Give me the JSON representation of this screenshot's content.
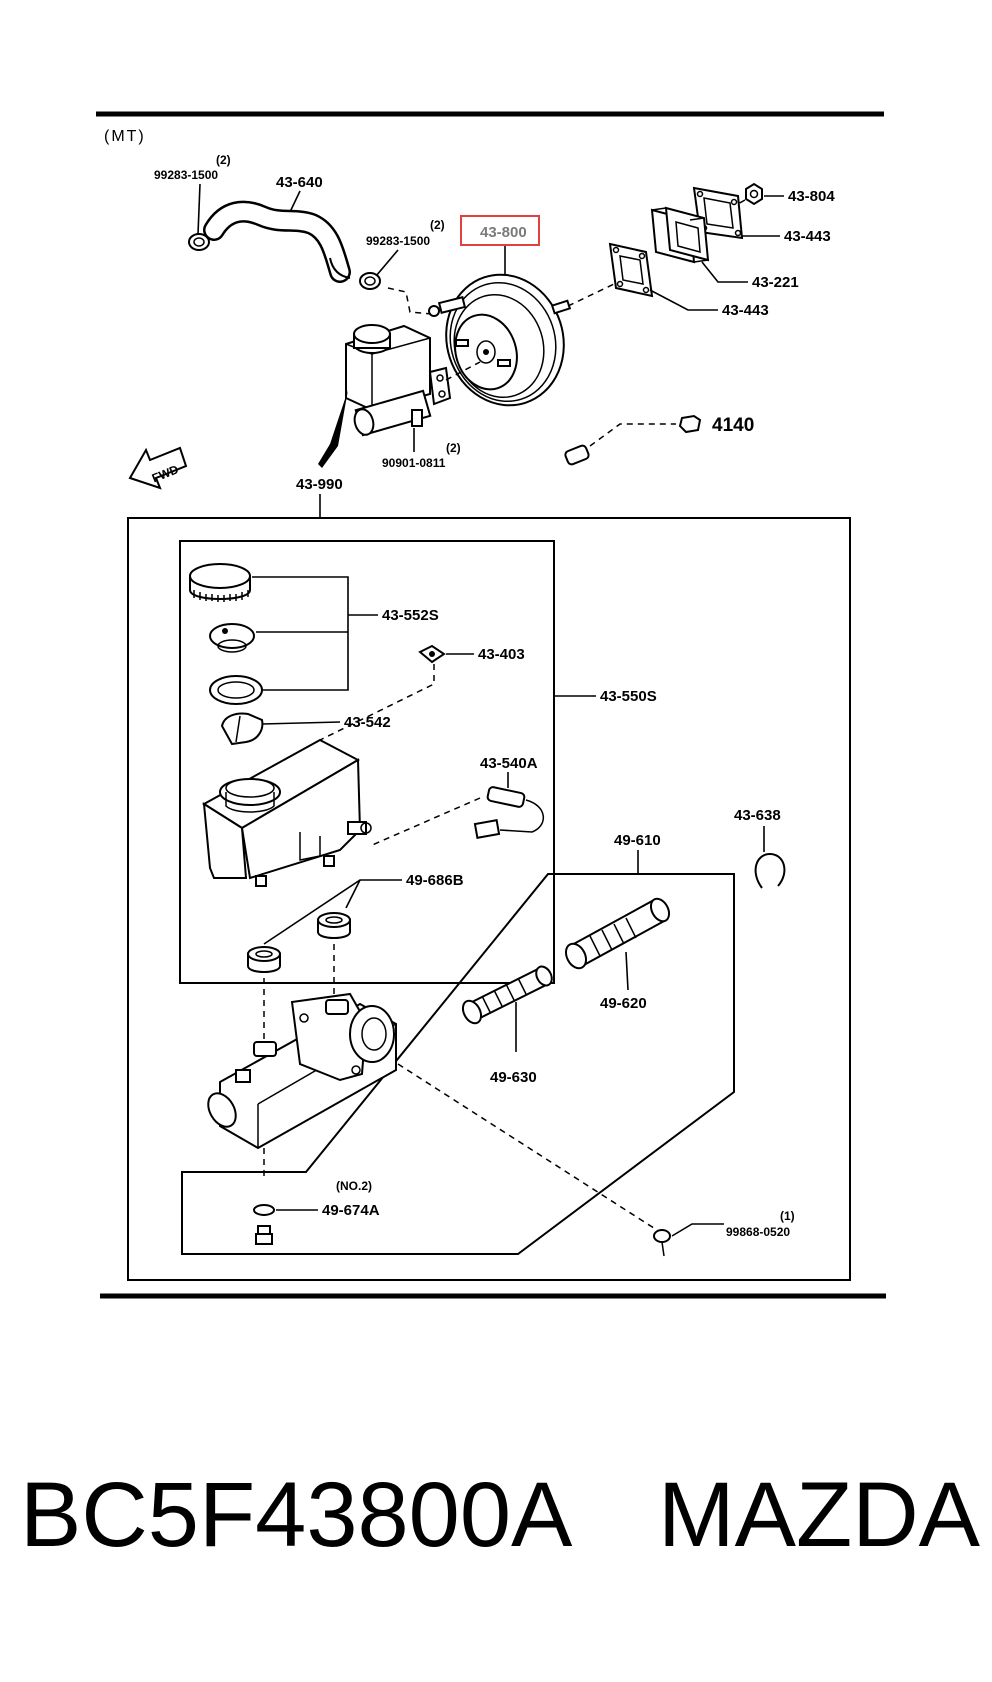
{
  "variant": "(MT)",
  "labels": {
    "qty_2a": "(2)",
    "clip_top_left": "99283-1500",
    "hose": "43-640",
    "qty_2b": "(2)",
    "clip_center": "99283-1500",
    "booster": "43-800",
    "nut": "43-804",
    "gasket_top": "43-443",
    "spacer": "43-221",
    "gasket_bottom": "43-443",
    "ref_4140": "4140",
    "qty_2c": "(2)",
    "bolt": "90901-0811",
    "fwd": "FWD",
    "master_cyl_assy": "43-990",
    "cap_kit": "43-552S",
    "filter": "43-403",
    "reservoir_kit": "43-550S",
    "seal_542": "43-542",
    "sensor": "43-540A",
    "grommet": "49-686B",
    "snap_ring": "43-638",
    "piston_kit": "49-610",
    "primary_piston": "49-620",
    "secondary_piston": "49-630",
    "bleeder_note": "(NO.2)",
    "bleeder": "49-674A",
    "qty_1": "(1)",
    "screw": "99868-0520"
  },
  "highlight_color": "#e04040",
  "footer": {
    "part_number": "BC5F43800A",
    "brand": "MAZDA"
  }
}
